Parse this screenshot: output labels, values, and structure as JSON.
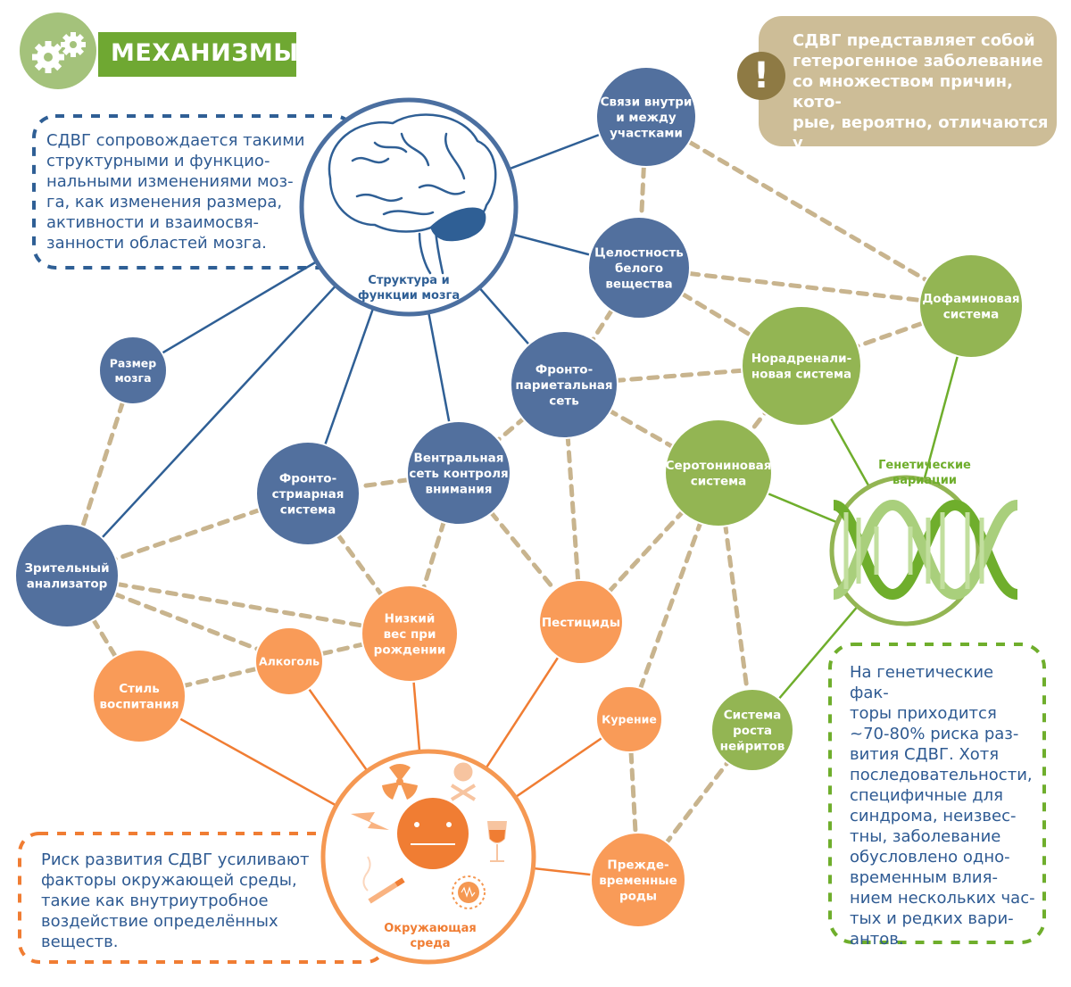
{
  "header": {
    "title": "МЕХАНИЗМЫ",
    "icon": "gears-icon",
    "colors": {
      "banner": "#6fa832",
      "circle": "#a4c27b"
    }
  },
  "note": {
    "icon": "exclamation-icon",
    "badge_text": "!",
    "text": "СДВГ представляет собой\nгетерогенное заболевание\nсо множеством причин, кото-\nрые, вероятно, отличаются у\nразных больных."
  },
  "callouts": {
    "brain": "СДВГ сопровождается такими\nструктурными и функцио-\nнальными изменениями моз-\nга, как изменения размера,\nактивности и взаимосвя-\nзанности областей мозга.",
    "environment": "Риск развития СДВГ усиливают\nфакторы окружающей среды,\nтакие как внутриутробное\nвоздействие определённых\nвеществ.",
    "genetics": "На генетические фак-\nторы приходится\n~70-80% риска раз-\nвития СДВГ. Хотя\nпоследовательности,\nспецифичные для\nсиндрома, неизвес-\nтны, заболевание\nобусловлено одно-\nвременным влия-\nнием нескольких час-\nтых и редких вари-\nантов."
  },
  "colors": {
    "brain_nodes": "#52709e",
    "neuro_nodes": "#93b553",
    "env_nodes": "#f99b58",
    "dashed_links": "#c8b48e",
    "brain_line": "#2f5f95",
    "env_line": "#f07d33",
    "gene_line": "#6fae2c",
    "text_blue": "#2e5a92"
  },
  "hubs": {
    "brain": {
      "label": [
        "Структура и",
        "функции мозга"
      ],
      "icon": "brain-icon"
    },
    "environment": {
      "label": [
        "Окружающая",
        "среда"
      ],
      "icons": [
        "radiation-icon",
        "skull-crossbones-icon",
        "lightning-icon",
        "neutral-face-icon",
        "wine-glass-icon",
        "cigarette-icon",
        "virus-icon"
      ]
    },
    "genetics": {
      "label": [
        "Генетические",
        "вариации"
      ],
      "icon": "dna-helix-icon"
    }
  },
  "nodes": {
    "connections": {
      "label": [
        "Связи внутри",
        "и между",
        "участками"
      ],
      "group": "brain"
    },
    "white_matter": {
      "label": [
        "Целостность",
        "белого",
        "вещества"
      ],
      "group": "brain"
    },
    "brain_size": {
      "label": [
        "Размер",
        "мозга"
      ],
      "group": "brain"
    },
    "frontoparietal": {
      "label": [
        "Фронто-",
        "париетальная",
        "сеть"
      ],
      "group": "brain"
    },
    "ventral": {
      "label": [
        "Вентральная",
        "сеть контроля",
        "внимания"
      ],
      "group": "brain"
    },
    "frontostriatal": {
      "label": [
        "Фронто-",
        "стриарная",
        "система"
      ],
      "group": "brain"
    },
    "visual": {
      "label": [
        "Зрительный",
        "анализатор"
      ],
      "group": "brain"
    },
    "dopamine": {
      "label": [
        "Дофаминовая",
        "система"
      ],
      "group": "neuro"
    },
    "noradrenaline": {
      "label": [
        "Норадренали-",
        "новая система"
      ],
      "group": "neuro"
    },
    "serotonin": {
      "label": [
        "Серотониновая",
        "система"
      ],
      "group": "neuro"
    },
    "neurite": {
      "label": [
        "Система",
        "роста",
        "нейритов"
      ],
      "group": "neuro"
    },
    "low_weight": {
      "label": [
        "Низкий",
        "вес при",
        "рождении"
      ],
      "group": "env"
    },
    "pesticides": {
      "label": [
        "Пестициды"
      ],
      "group": "env"
    },
    "alcohol": {
      "label": [
        "Алкоголь"
      ],
      "group": "env"
    },
    "parenting": {
      "label": [
        "Стиль",
        "воспитания"
      ],
      "group": "env"
    },
    "smoking": {
      "label": [
        "Курение"
      ],
      "group": "env"
    },
    "premature": {
      "label": [
        "Преждe-",
        "временные",
        "роды"
      ],
      "group": "env"
    }
  },
  "links": {
    "solid": [
      [
        "brain",
        "connections"
      ],
      [
        "brain",
        "white_matter"
      ],
      [
        "brain",
        "brain_size"
      ],
      [
        "brain",
        "frontoparietal"
      ],
      [
        "brain",
        "ventral"
      ],
      [
        "brain",
        "frontostriatal"
      ],
      [
        "brain",
        "visual"
      ],
      [
        "environment",
        "parenting"
      ],
      [
        "environment",
        "alcohol"
      ],
      [
        "environment",
        "low_weight"
      ],
      [
        "environment",
        "pesticides"
      ],
      [
        "environment",
        "smoking"
      ],
      [
        "environment",
        "premature"
      ],
      [
        "genetics",
        "dopamine"
      ],
      [
        "genetics",
        "noradrenaline"
      ],
      [
        "genetics",
        "serotonin"
      ],
      [
        "genetics",
        "neurite"
      ]
    ],
    "dashed": [
      [
        "connections",
        "white_matter"
      ],
      [
        "connections",
        "dopamine"
      ],
      [
        "white_matter",
        "dopamine"
      ],
      [
        "white_matter",
        "noradrenaline"
      ],
      [
        "white_matter",
        "frontoparietal"
      ],
      [
        "frontoparietal",
        "noradrenaline"
      ],
      [
        "frontoparietal",
        "serotonin"
      ],
      [
        "frontoparietal",
        "ventral"
      ],
      [
        "frontoparietal",
        "pesticides"
      ],
      [
        "noradrenaline",
        "dopamine"
      ],
      [
        "noradrenaline",
        "serotonin"
      ],
      [
        "brain_size",
        "visual"
      ],
      [
        "ventral",
        "frontostriatal"
      ],
      [
        "ventral",
        "low_weight"
      ],
      [
        "ventral",
        "pesticides"
      ],
      [
        "frontostriatal",
        "visual"
      ],
      [
        "frontostriatal",
        "low_weight"
      ],
      [
        "visual",
        "low_weight"
      ],
      [
        "visual",
        "alcohol"
      ],
      [
        "visual",
        "parenting"
      ],
      [
        "alcohol",
        "low_weight"
      ],
      [
        "alcohol",
        "parenting"
      ],
      [
        "serotonin",
        "pesticides"
      ],
      [
        "serotonin",
        "smoking"
      ],
      [
        "serotonin",
        "neurite"
      ],
      [
        "smoking",
        "premature"
      ],
      [
        "neurite",
        "premature"
      ]
    ]
  }
}
